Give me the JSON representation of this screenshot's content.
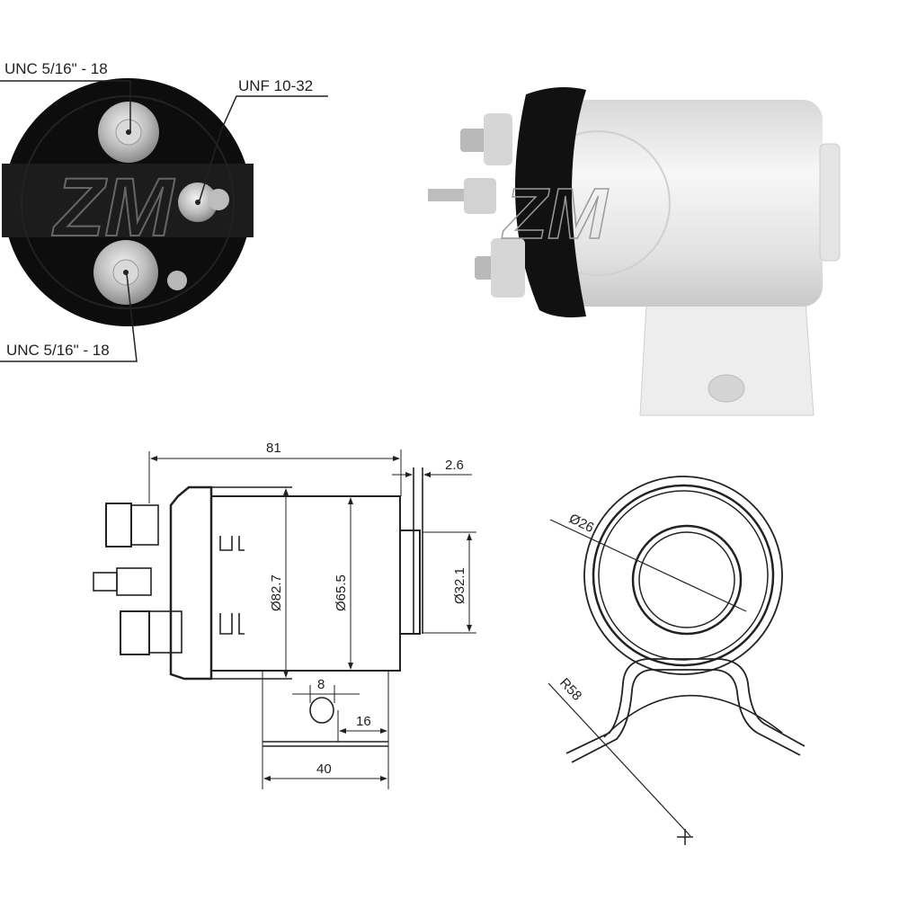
{
  "figure": {
    "subject": "starter solenoid",
    "colors": {
      "background": "#ffffff",
      "ink": "#222222",
      "body_dark": "#111111",
      "body_metal": "#e6e6e6",
      "terminal": "#c8c8c8"
    }
  },
  "end_view": {
    "callouts": {
      "top_terminal": "UNC 5/16\" - 18",
      "small_terminal": "UNF 10-32",
      "bottom_terminal": "UNC 5/16\" - 18"
    },
    "watermark": "ZM"
  },
  "photo_view": {
    "watermark": "ZM"
  },
  "side_drawing": {
    "dimensions": {
      "overall_length": "81",
      "flange_thickness": "2.6",
      "cap_diameter": "Ø82.7",
      "body_diameter": "Ø65.5",
      "boss_diameter": "Ø32.1",
      "slot_width": "8",
      "slot_offset": "16",
      "bracket_width": "40"
    }
  },
  "end_drawing": {
    "dimensions": {
      "inner_diameter": "Ø26",
      "bracket_radius": "R58"
    }
  }
}
